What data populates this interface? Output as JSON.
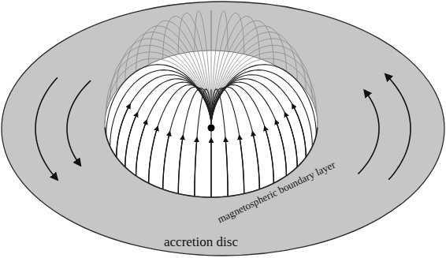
{
  "diagram": {
    "nodes": [
      {
        "text": [
          "accretion disc"
        ]
      },
      {
        "text": [
          "magnetospheric boundary layer"
        ],
        "in": 0
      }
    ]
  }
}
